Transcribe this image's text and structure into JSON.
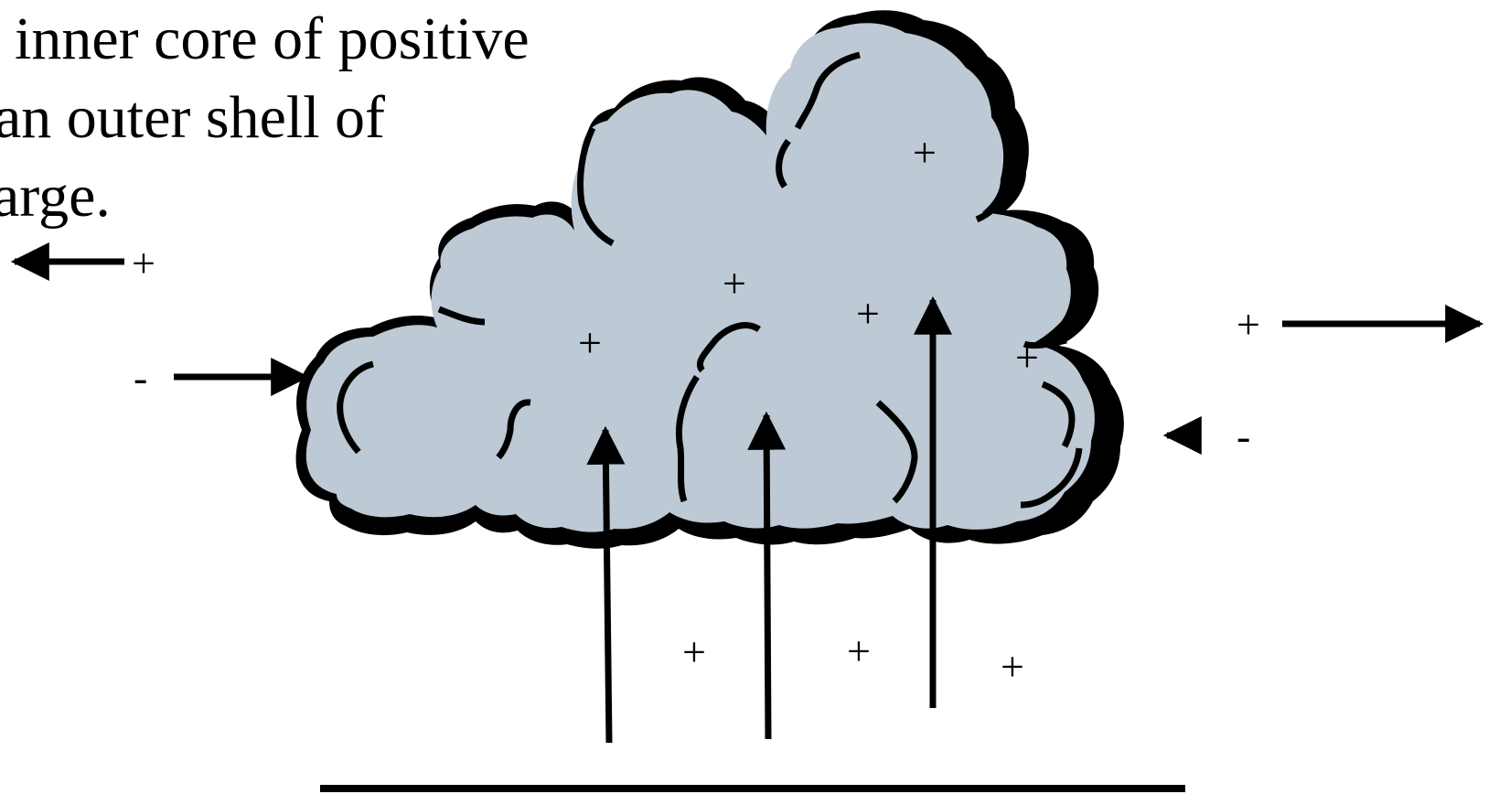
{
  "caption": {
    "lines": [
      "inner core of positive",
      "an outer shell of",
      "arge."
    ]
  },
  "charges": {
    "outer_left_positive": "+",
    "outer_left_negative": "-",
    "outer_right_positive": "+",
    "outer_right_negative": "-",
    "cloud_top": "+",
    "cloud_upper_mid": "+",
    "cloud_left": "+",
    "cloud_center": "+",
    "cloud_right": "+",
    "ground_left": "+",
    "ground_center": "+",
    "ground_right": "+"
  },
  "colors": {
    "cloud_fill": "#BDC9D5",
    "stroke": "#000000",
    "background": "#FFFFFF"
  }
}
